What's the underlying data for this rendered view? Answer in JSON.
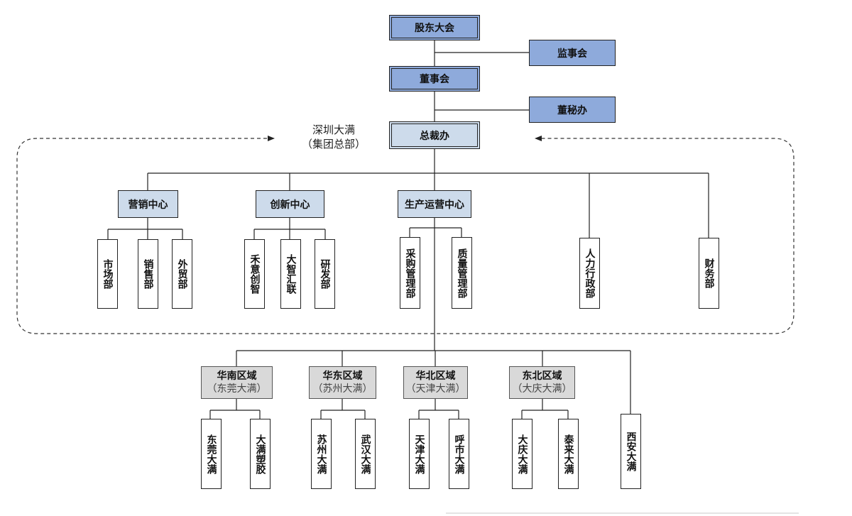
{
  "top": {
    "shareholders": "股东大会",
    "supervisors": "监事会",
    "board": "董事会",
    "board_secretary": "董秘办",
    "ceo_office": "总裁办"
  },
  "hq": {
    "name": "深圳大满",
    "sub": "（集团总部）"
  },
  "centers": {
    "marketing": "营销中心",
    "innovation": "创新中心",
    "production": "生产运营中心"
  },
  "departments": {
    "market": "市场部",
    "sales": "销售部",
    "foreign_trade": "外贸部",
    "heyi": "禾意创智",
    "dazhi": "大智汇联",
    "rnd": "研发部",
    "purchasing": "采购管理部",
    "quality": "质量管理部",
    "hr_admin": "人力行政部",
    "finance": "财务部"
  },
  "regions": [
    {
      "name": "华南区域",
      "sub": "（东莞大满）"
    },
    {
      "name": "华东区域",
      "sub": "（苏州大满）"
    },
    {
      "name": "华北区域",
      "sub": "（天津大满）"
    },
    {
      "name": "东北区域",
      "sub": "（大庆大满）"
    }
  ],
  "branches": {
    "dongguan": "东莞大满",
    "plastics": "大满塑胶",
    "suzhou": "苏州大满",
    "wuhan": "武汉大满",
    "tianjin": "天津大满",
    "hohhot": "呼市大满",
    "daqing": "大庆大满",
    "tailai": "泰来大满",
    "xian": "西安大满"
  },
  "colors": {
    "top_fill": "#8eaadb",
    "center_fill": "#cddbeb",
    "region_fill": "#d9d9d9",
    "line": "#222222"
  }
}
